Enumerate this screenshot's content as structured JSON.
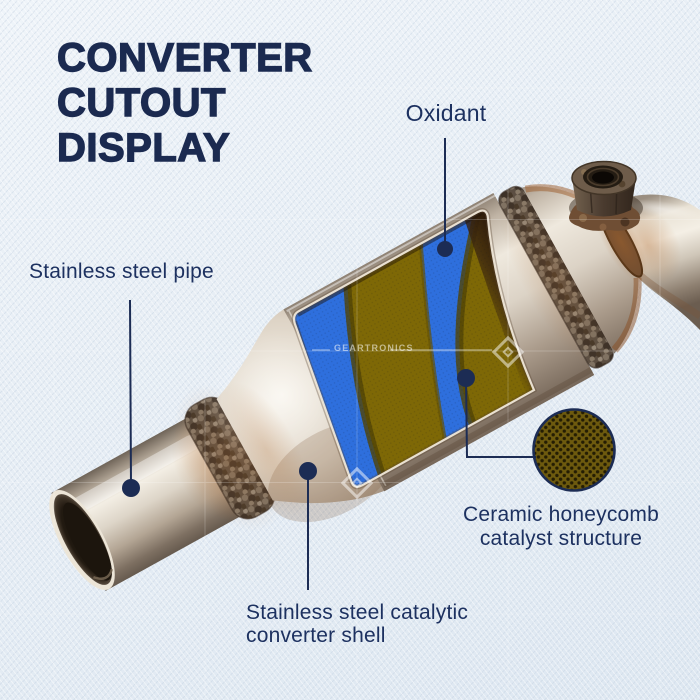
{
  "title": {
    "line1": "CONVERTER",
    "line2": "CUTOUT",
    "line3": "DISPLAY"
  },
  "annotations": {
    "oxidant": {
      "label": "Oxidant"
    },
    "pipe": {
      "label": "Stainless steel pipe"
    },
    "honeycomb": {
      "line1": "Ceramic honeycomb",
      "line2": "catalyst structure"
    },
    "shell": {
      "line1": "Stainless steel catalytic",
      "line2": "converter shell"
    }
  },
  "watermark": {
    "brand": "GEARTRONICS"
  },
  "colors": {
    "title_navy": "#1b2a50",
    "label_navy": "#1d3160",
    "accent_navy": "#1c2c54",
    "oxidant_blue": "#2e6fdd",
    "catalyst_olive": "#7e6806",
    "honeycomb_olive": "#6d5a0e",
    "background": "#e7edf4"
  }
}
